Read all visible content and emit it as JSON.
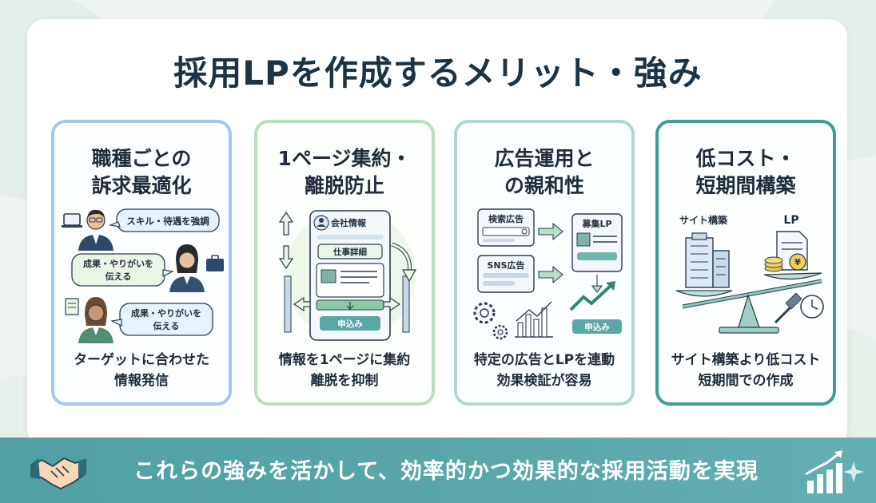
{
  "title": "採用LPを作成するメリット・強み",
  "cards": [
    {
      "title_lines": [
        "職種ごとの",
        "訴求最適化"
      ],
      "bubbles": [
        "スキル・待遇を強調",
        "成果・やりがいを伝える",
        "成果・やりがいを伝える"
      ],
      "desc_lines": [
        "ターゲットに合わせた",
        "情報発信"
      ]
    },
    {
      "title_lines": [
        "1ページ集約・",
        "離脱防止"
      ],
      "labels": [
        "会社情報",
        "仕事詳細",
        "申込み"
      ],
      "desc_lines": [
        "情報を1ページに集約",
        "離脱を抑制"
      ]
    },
    {
      "title_lines": [
        "広告運用と",
        "の親和性"
      ],
      "labels": [
        "検索広告",
        "SNS広告",
        "募集LP",
        "申込み"
      ],
      "desc_lines": [
        "特定の広告とLPを連動",
        "効果検証が容易"
      ]
    },
    {
      "title_lines": [
        "低コスト・",
        "短期間構築"
      ],
      "labels": [
        "サイト構築",
        "LP"
      ],
      "desc_lines": [
        "サイト構築より低コスト",
        "短期間での作成"
      ]
    }
  ],
  "banner": "これらの強みを活かして、効率的かつ効果的な採用活動を実現",
  "colors": {
    "card1_border": "#a9c6e4",
    "card2_border": "#bcdcbf",
    "card3_border": "#b5d5d3",
    "card4_border": "#3d9e93",
    "banner": "#55a3a7",
    "title": "#1c3344"
  },
  "icons": [
    "handshake-icon",
    "growth-chart-icon",
    "person-icon",
    "laptop-icon",
    "gear-icon",
    "scale-icon",
    "building-icon",
    "document-icon",
    "coin-icon",
    "clock-icon",
    "hammer-icon"
  ]
}
